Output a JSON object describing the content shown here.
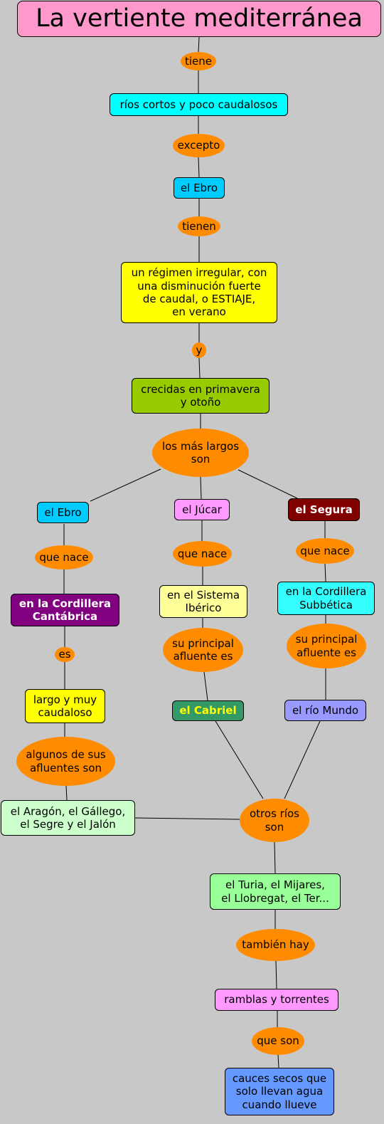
{
  "concept_map": {
    "title": "La vertiente mediterránea",
    "nodes": {
      "rios_cortos": "ríos cortos y poco caudalosos",
      "el_ebro_top": "el Ebro",
      "regimen": "un régimen irregular, con\nuna disminución fuerte\nde caudal, o ESTIAJE,\nen verano",
      "crecidas": "crecidas en primavera\ny otoño",
      "el_ebro": "el Ebro",
      "el_jucar": "el Júcar",
      "el_segura": "el Segura",
      "cordillera_cantabrica": "en la Cordillera\nCantábrica",
      "sistema_iberico": "en el Sistema\nIbérico",
      "cordillera_subbetica": "en la Cordillera\nSubbética",
      "largo_caudaloso": "largo y muy\ncaudaloso",
      "el_cabriel": "el Cabriel",
      "rio_mundo": "el río Mundo",
      "afluentes_ebro": "el Aragón, el Gállego,\nel Segre y el Jalón",
      "turia_mijares": "el Turia, el Mijares,\nel Llobregat, el Ter...",
      "ramblas": "ramblas y torrentes",
      "cauces_secos": "cauces secos que\nsolo llevan agua\ncuando llueve"
    },
    "links": {
      "tiene": "tiene",
      "excepto": "excepto",
      "tienen": "tienen",
      "y": "y",
      "los_mas_largos": "los más largos\nson",
      "que_nace_ebro": "que nace",
      "que_nace_jucar": "que nace",
      "que_nace_segura": "que nace",
      "es": "es",
      "afluente_jucar": "su principal\nafluente es",
      "afluente_segura": "su principal\nafluente es",
      "algunos_afluentes": "algunos de sus\nafluentes son",
      "otros_rios": "otros ríos\nson",
      "tambien_hay": "también hay",
      "que_son": "que son"
    },
    "colors": {
      "background": "#c8c8c8",
      "link_label": "#ff8c00",
      "title": "#ff99cc",
      "cyan": "#00ffff",
      "sky_blue": "#00ccff",
      "yellow": "#ffff00",
      "olive_green": "#99cc00",
      "pink": "#ff99ff",
      "maroon": "#800000",
      "purple": "#800080",
      "light_yellow": "#ffff99",
      "light_cyan": "#33ffff",
      "dark_green": "#339966",
      "lavender": "#9999ff",
      "mint": "#ccffcc",
      "light_green": "#99ff99",
      "cornflower": "#6699ff"
    }
  }
}
